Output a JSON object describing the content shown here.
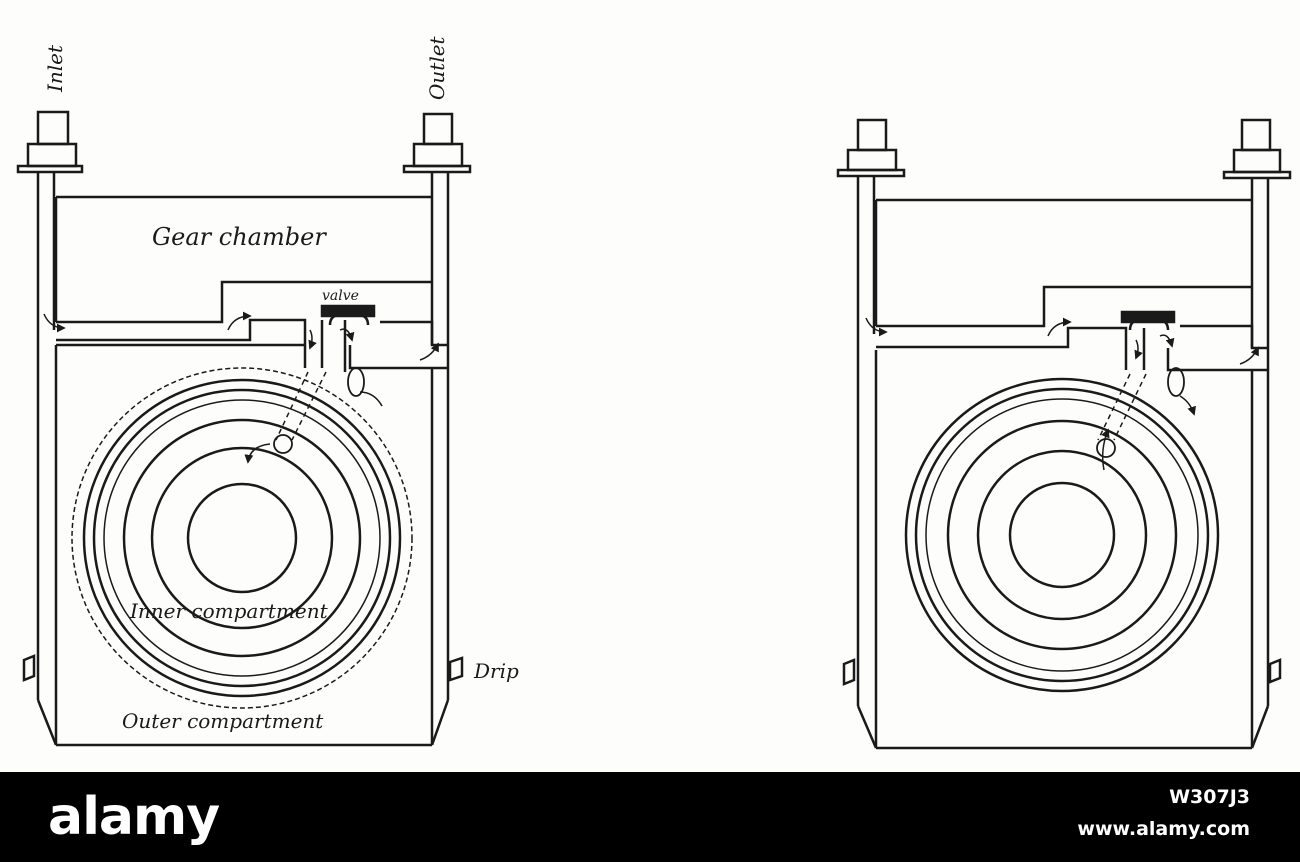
{
  "diagram": {
    "labels": {
      "inlet": "Inlet",
      "outlet": "Outlet",
      "gear_chamber": "Gear chamber",
      "valve": "valve",
      "inner_compartment": "Inner compartment",
      "outer_compartment": "Outer compartment",
      "drip": "Drip"
    },
    "colors": {
      "ink": "#1a1a1a",
      "paper": "#fdfdfc"
    }
  },
  "footer": {
    "brand": "alamy",
    "image_id": "W307J3",
    "url": "www.alamy.com",
    "background": "#000000"
  }
}
